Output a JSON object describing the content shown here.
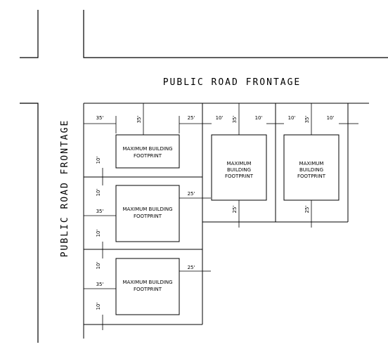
{
  "road_labels": {
    "top": "PUBLIC ROAD FRONTAGE",
    "left": "PUBLIC ROAD FRONTAGE"
  },
  "footprint_label": {
    "one_line": "MAXIMUM BUILDING",
    "line2": "FOOTPRINT",
    "stack1": "MAXIMUM",
    "stack2": "BUILDING",
    "stack3": "FOOTPRINT"
  },
  "dims": {
    "front_35": "35'",
    "side_25": "25'",
    "side_10": "10'",
    "rear_25": "25'"
  },
  "colors": {
    "line": "#000000",
    "background": "#ffffff"
  }
}
